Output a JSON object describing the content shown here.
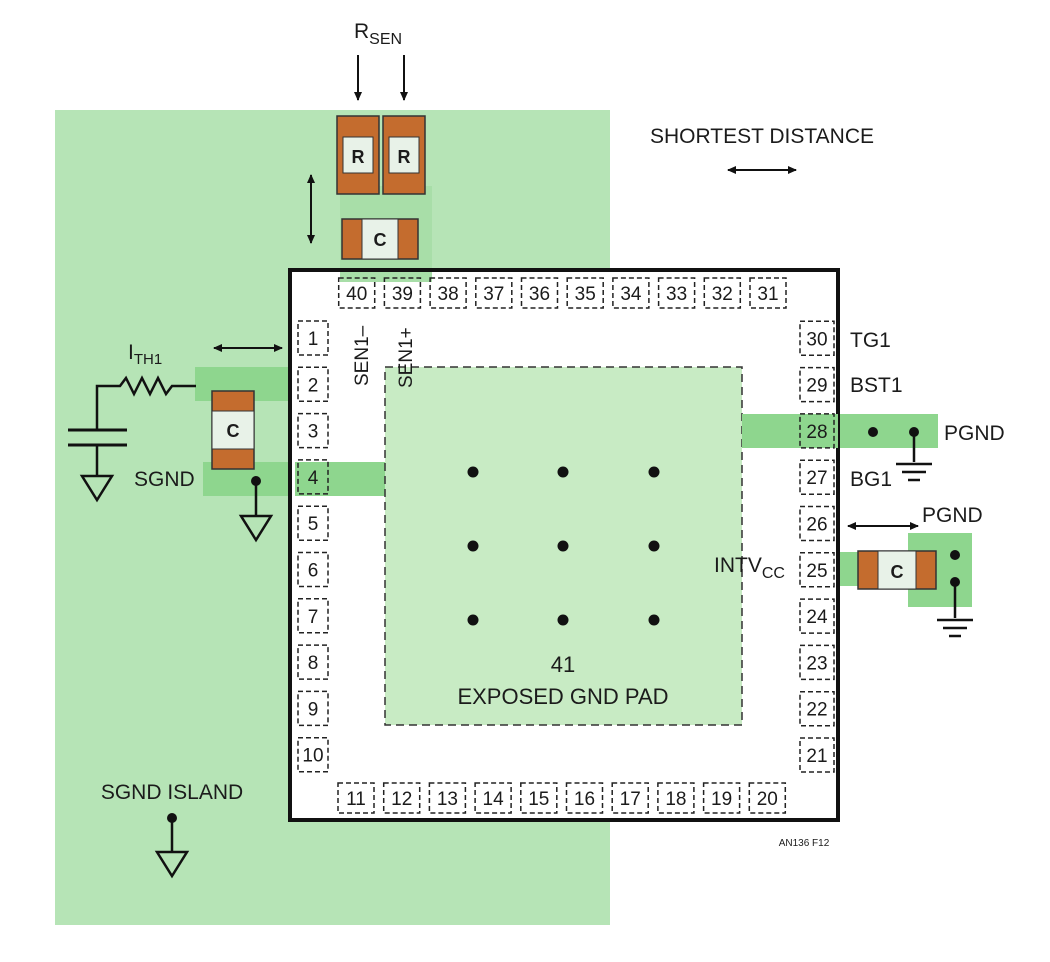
{
  "colors": {
    "island": "#b6e4b6",
    "trace": "#8ed68e",
    "pad_fill": "#c8ebc4",
    "copper": "#c46c2e",
    "chip_body": "#ffffff",
    "line": "#111111"
  },
  "labels": {
    "rsen": "R",
    "rsen_sub": "SEN",
    "shortest_distance": "SHORTEST DISTANCE",
    "ith": "I",
    "ith_sub": "TH1",
    "sgnd": "SGND",
    "sgnd_island": "SGND ISLAND",
    "tg1": "TG1",
    "bst1": "BST1",
    "bg1": "BG1",
    "pgnd_top": "PGND",
    "pgnd_bottom": "PGND",
    "intvcc": "INTV",
    "intvcc_sub": "CC",
    "sen_minus": "SEN1–",
    "sen_plus": "SEN1+",
    "pad_number": "41",
    "pad_name": "EXPOSED GND PAD",
    "figure_id": "AN136 F12"
  },
  "components": {
    "resistor_1": "R",
    "resistor_2": "R",
    "cap_sense": "C",
    "cap_ith": "C",
    "cap_intvcc": "C"
  },
  "pins": {
    "left": [
      "1",
      "2",
      "3",
      "4",
      "5",
      "6",
      "7",
      "8",
      "9",
      "10"
    ],
    "bottom": [
      "11",
      "12",
      "13",
      "14",
      "15",
      "16",
      "17",
      "18",
      "19",
      "20"
    ],
    "right": [
      "21",
      "22",
      "23",
      "24",
      "25",
      "26",
      "27",
      "28",
      "29",
      "30"
    ],
    "top": [
      "31",
      "32",
      "33",
      "34",
      "35",
      "36",
      "37",
      "38",
      "39",
      "40"
    ]
  }
}
